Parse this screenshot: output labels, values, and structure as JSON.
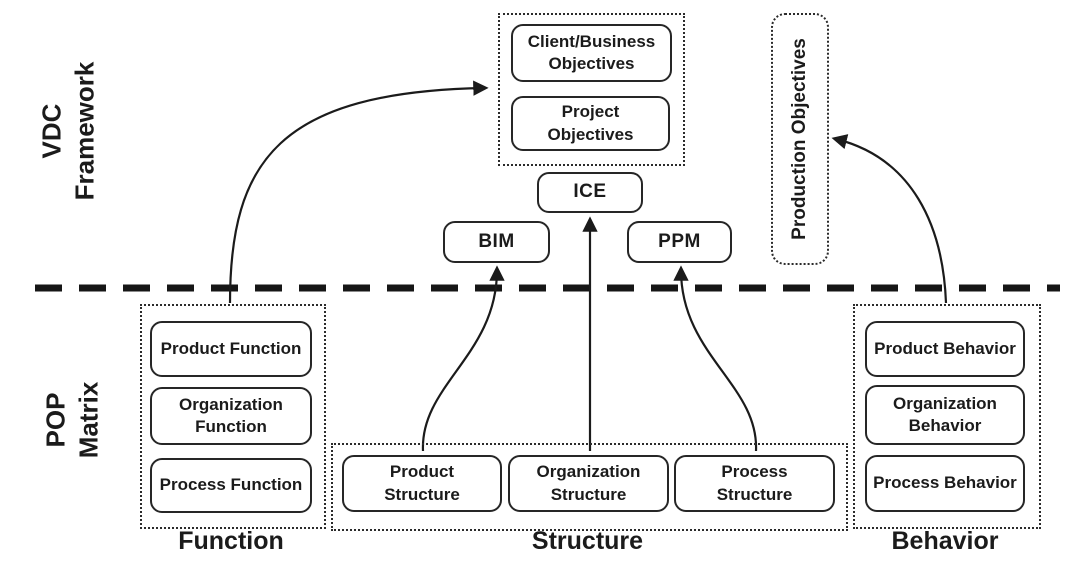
{
  "sections": {
    "vdc": {
      "line1": "VDC",
      "line2": "Framework"
    },
    "pop": {
      "line1": "POP",
      "line2": "Matrix"
    }
  },
  "objectives": {
    "client_business": "Client/Business Objectives",
    "project": "Project Objectives"
  },
  "tools": {
    "ice": "ICE",
    "bim": "BIM",
    "ppm": "PPM"
  },
  "production_objectives": "Production Objectives",
  "columns": {
    "function": {
      "label": "Function",
      "boxes": [
        "Product Function",
        "Organization Function",
        "Process Function"
      ]
    },
    "structure": {
      "label": "Structure",
      "boxes": [
        "Product Structure",
        "Organization Structure",
        "Process Structure"
      ]
    },
    "behavior": {
      "label": "Behavior",
      "boxes": [
        "Product Behavior",
        "Organization Behavior",
        "Process Behavior"
      ]
    }
  },
  "colors": {
    "ink": "#1b1b1b",
    "background": "#ffffff"
  }
}
